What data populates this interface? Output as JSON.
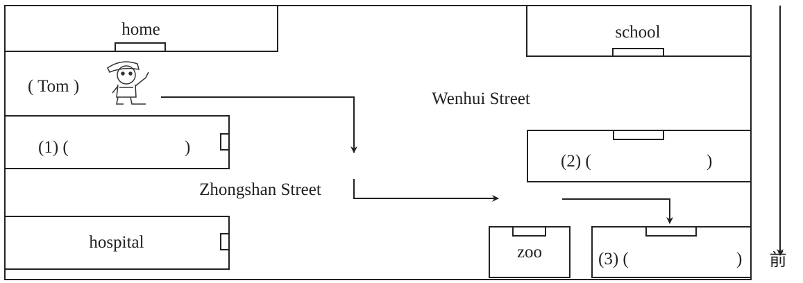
{
  "labels": {
    "home": "home",
    "school": "school",
    "tom": "( Tom )",
    "wenhui_street": "Wenhui Street",
    "zhongshan_street": "Zhongshan Street",
    "blank1_open": "(1) (",
    "blank1_close": ")",
    "blank2_open": "(2) (",
    "blank2_close": ")",
    "hospital": "hospital",
    "zoo": "zoo",
    "blank3_open": "(3) (",
    "blank3_close": ")",
    "direction": "前"
  },
  "icons": {
    "person": "boy-cartoon-icon"
  },
  "colors": {
    "ink": "#222222",
    "background": "#ffffff"
  }
}
